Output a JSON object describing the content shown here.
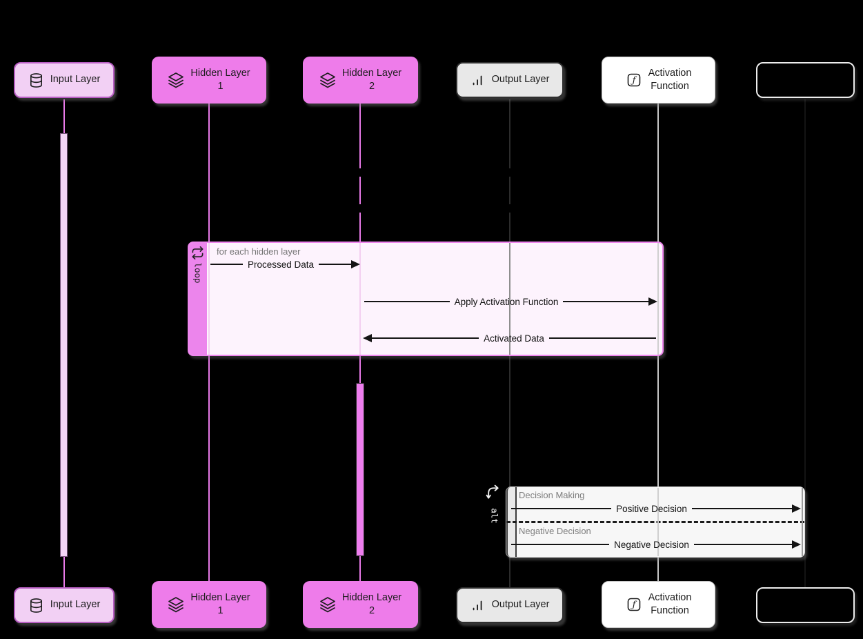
{
  "app": {
    "type": "sequence-diagram",
    "background": "#000000"
  },
  "participants": [
    {
      "id": "input-layer",
      "label": "Input Layer",
      "icon": "database-icon",
      "fill": "#f2d0f4",
      "border": "#b95fc4"
    },
    {
      "id": "hidden-layer-1",
      "line1": "Hidden Layer",
      "line2": "1",
      "icon": "layers-icon",
      "fill": "#ee7cea"
    },
    {
      "id": "hidden-layer-2",
      "line1": "Hidden Layer",
      "line2": "2",
      "icon": "layers-icon",
      "fill": "#ee7cea"
    },
    {
      "id": "output-layer",
      "label": "Output Layer",
      "icon": "bar-chart-icon",
      "fill": "#e8e8e8",
      "border": "#2f2f2f"
    },
    {
      "id": "activation-function",
      "line1": "Activation",
      "line2": "Function",
      "icon": "function-icon",
      "fill": "#ffffff"
    },
    {
      "id": "unlabeled-participant",
      "label": "",
      "fill": "#000000",
      "border": "#ededed"
    }
  ],
  "loop": {
    "tag": "loop",
    "icon": "repeat-icon",
    "title": "for each hidden layer",
    "messages": [
      {
        "text": "Processed Data",
        "from": "hidden-layer-1",
        "to": "hidden-layer-2",
        "direction": "right"
      },
      {
        "text": "Apply Activation Function",
        "from": "hidden-layer-2",
        "to": "activation-function",
        "direction": "right"
      },
      {
        "text": "Activated Data",
        "from": "activation-function",
        "to": "hidden-layer-2",
        "direction": "left"
      }
    ]
  },
  "alt": {
    "tag": "alt",
    "icon": "fork-icon",
    "sections": [
      {
        "header": "Decision Making",
        "message": "Positive Decision",
        "from": "output-layer",
        "direction": "right"
      },
      {
        "header": "Negative Decision",
        "message": "Negative Decision",
        "from": "output-layer",
        "direction": "right"
      }
    ]
  },
  "colors": {
    "background": "#000000",
    "participant_pink_light": "#f2d0f4",
    "participant_pink_border": "#b95fc4",
    "participant_magenta": "#ee7cea",
    "participant_gray": "#e8e8e8",
    "participant_white": "#ffffff",
    "lifeline_pink": "#e87ae8",
    "lifeline_dark": "#2c2c2c",
    "lifeline_gray": "#c9c9c9",
    "loop_strip": "#ec85ec",
    "loop_body": "#fdf3fd",
    "loop_border": "#ee86ee",
    "alt_body": "#f7f7f7",
    "message_ink": "#141414",
    "frame_header_text": "#757575"
  }
}
